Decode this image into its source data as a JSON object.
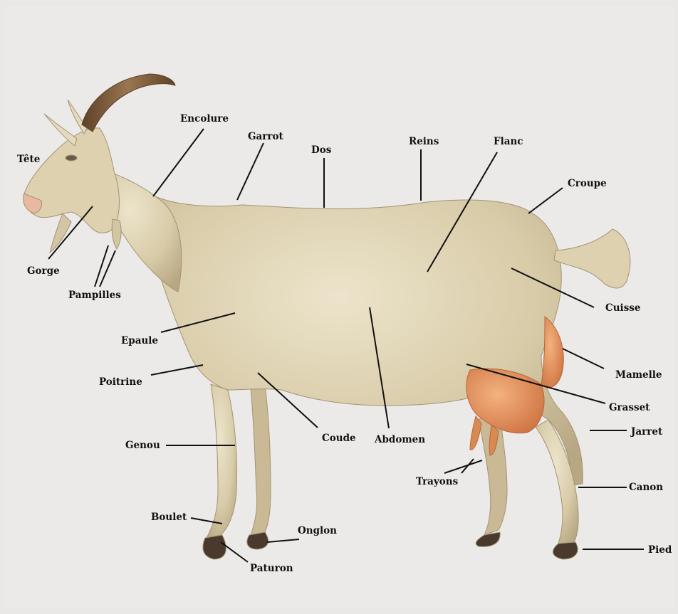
{
  "diagram": {
    "labels": {
      "tete": "Tête",
      "encolure": "Encolure",
      "garrot": "Garrot",
      "dos": "Dos",
      "reins": "Reins",
      "flanc": "Flanc",
      "croupe": "Croupe",
      "gorge": "Gorge",
      "pampilles": "Pampilles",
      "cuisse": "Cuisse",
      "epaule": "Epaule",
      "mamelle": "Mamelle",
      "poitrine": "Poitrine",
      "grasset": "Grasset",
      "genou": "Genou",
      "coude": "Coude",
      "abdomen": "Abdomen",
      "jarret": "Jarret",
      "trayons": "Trayons",
      "canon": "Canon",
      "boulet": "Boulet",
      "onglon": "Onglon",
      "pied": "Pied",
      "paturon": "Paturon"
    },
    "colors": {
      "background": "#e9e8e6",
      "body": "#d8cba8",
      "body_shade": "#b8a783",
      "horn": "#7a5a3c",
      "udder": "#d98a52",
      "hoof": "#4a3a2e",
      "leader": "#111111"
    }
  }
}
